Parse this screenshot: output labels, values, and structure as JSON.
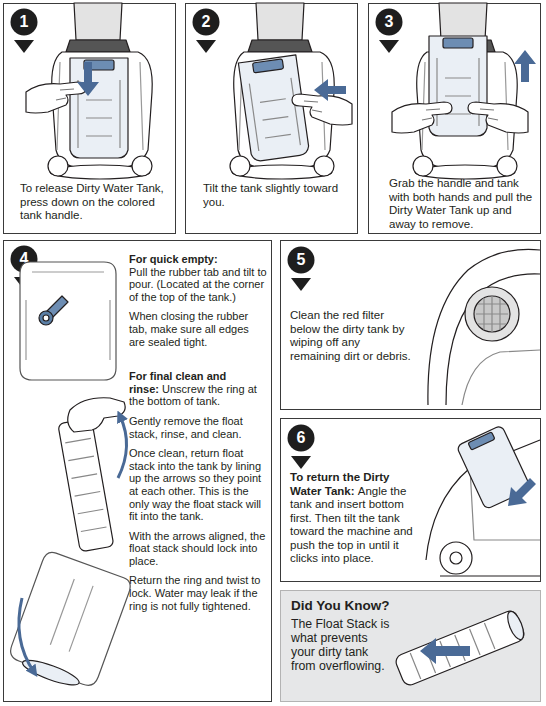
{
  "diagram": {
    "nodes": [
      {
        "text": [
          "To release Dirty Water Tank, press down on the colored tank handle."
        ]
      },
      {
        "text": [
          "1"
        ],
        "in": 0
      },
      {
        "text": [
          "Tilt the tank slightly toward you."
        ]
      },
      {
        "text": [
          "2"
        ],
        "in": 2
      },
      {
        "text": [
          "Grab the handle and tank with both hands and pull the Dirty Water Tank up and away to remove."
        ]
      },
      {
        "text": [
          "3"
        ],
        "in": 4
      },
      {
        "text": [
          "For quick empty:",
          "Pull the rubber tab and tilt to pour. (Located at the corner of the top of the tank.)",
          "When closing the rubber tab, make sure all edges are sealed tight.",
          "For final clean and rinse:",
          "Unscrew the ring at the bottom of tank.",
          "Gently remove the float stack, rinse, and clean.",
          "Once clean, return float stack into the tank by lining up the arrows so they point at each other. This is the only way the float stack will fit into the tank.",
          "With the arrows aligned, the float stack should lock into place.",
          "Return the ring and twist to lock. Water may leak if the ring is not fully tightened."
        ]
      },
      {
        "text": [
          "4"
        ],
        "in": 6
      },
      {
        "text": [
          "Clean the red filter below the dirty tank by wiping off any remaining dirt or debris."
        ]
      },
      {
        "text": [
          "5"
        ],
        "in": 8
      },
      {
        "text": [
          "To return the Dirty Water Tank:",
          "Angle the tank and insert bottom first. Then tilt the tank toward the machine and push the top in until it clicks into place."
        ]
      },
      {
        "text": [
          "6"
        ],
        "in": 10
      },
      {
        "text": [
          "Did You Know?",
          "The Float Stack is what prevents your dirty tank from overflowing."
        ]
      }
    ]
  }
}
